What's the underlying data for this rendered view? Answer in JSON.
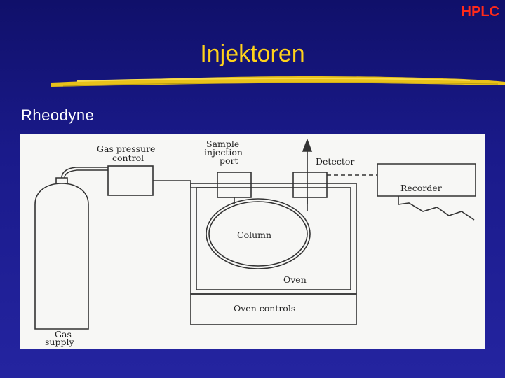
{
  "slide": {
    "corner_label": "HPLC",
    "title": "Injektoren",
    "subtitle": "Rheodyne"
  },
  "diagram": {
    "labels": {
      "gas_pressure_control_line1": "Gas pressure",
      "gas_pressure_control_line2": "control",
      "sample_injection_line1": "Sample",
      "sample_injection_line2": "injection",
      "sample_injection_line3": "port",
      "detector": "Detector",
      "recorder": "Recorder",
      "column": "Column",
      "oven": "Oven",
      "oven_controls": "Oven controls",
      "gas_supply_line1": "Gas",
      "gas_supply_line2": "supply"
    }
  },
  "colors": {
    "corner_label": "#ff2a1a",
    "title": "#ffd21a",
    "subtitle": "#ffffff",
    "background": "#1a1a8a",
    "diagram_background": "#f7f7f5"
  }
}
